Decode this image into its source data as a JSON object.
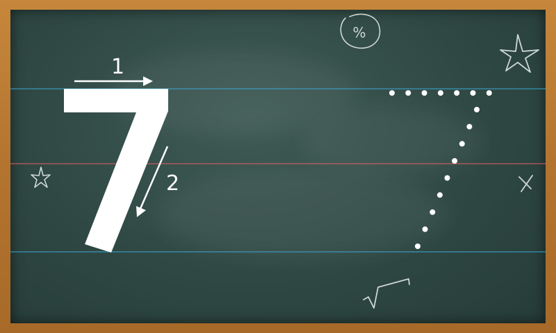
{
  "lesson": {
    "digit": "7",
    "stroke_1_label": "1",
    "stroke_2_label": "2",
    "traced_dot_count": 16
  },
  "doodles": {
    "percent_symbol": "%"
  },
  "colors": {
    "board": "#2f4843",
    "frame": "#b87a33",
    "top_guideline": "#3aa9d6",
    "middle_guideline": "#e0606a",
    "bottom_guideline": "#3aa9d6",
    "digit": "#ffffff",
    "chalk": "#cfd8d5"
  },
  "icons": [
    "percent-circle-icon",
    "star-icon",
    "x-mark-icon",
    "square-root-icon"
  ]
}
